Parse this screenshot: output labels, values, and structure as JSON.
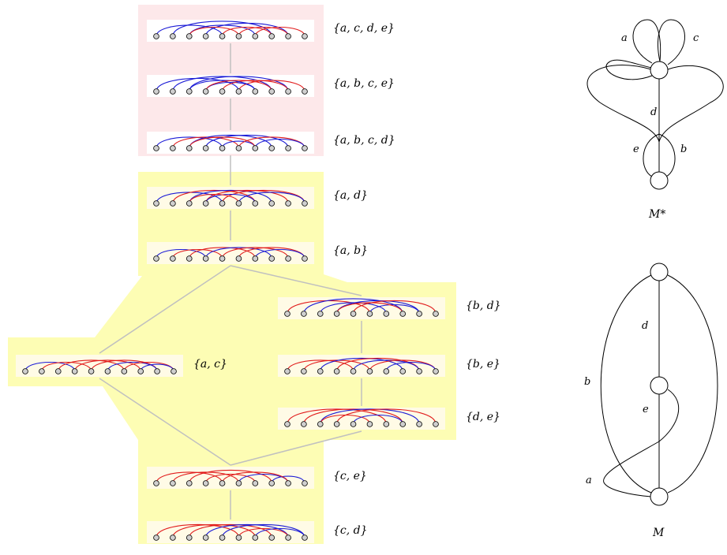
{
  "lattice": {
    "diagrams": [
      {
        "id": "acde",
        "label": "{a, c, d, e}",
        "arcs": [
          [
            "b",
            0,
            4
          ],
          [
            "b",
            1,
            7
          ],
          [
            "b",
            2,
            6
          ],
          [
            "b",
            3,
            8
          ],
          [
            "r",
            4,
            7
          ],
          [
            "r",
            5,
            8
          ],
          [
            "r",
            6,
            9
          ],
          [
            "r",
            2,
            5
          ]
        ]
      },
      {
        "id": "abce",
        "label": "{a, b, c, e}",
        "arcs": [
          [
            "b",
            0,
            5
          ],
          [
            "b",
            1,
            7
          ],
          [
            "b",
            2,
            8
          ],
          [
            "b",
            3,
            6
          ],
          [
            "r",
            4,
            8
          ],
          [
            "r",
            5,
            9
          ],
          [
            "b",
            2,
            6
          ],
          [
            "r",
            3,
            7
          ]
        ]
      },
      {
        "id": "abcd",
        "label": "{a, b, c, d}",
        "arcs": [
          [
            "b",
            0,
            4
          ],
          [
            "r",
            1,
            5
          ],
          [
            "b",
            2,
            7
          ],
          [
            "b",
            3,
            8
          ],
          [
            "b",
            4,
            6
          ],
          [
            "r",
            5,
            9
          ],
          [
            "b",
            6,
            9
          ],
          [
            "r",
            2,
            6
          ]
        ]
      },
      {
        "id": "ad",
        "label": "{a, d}",
        "arcs": [
          [
            "b",
            0,
            4
          ],
          [
            "r",
            1,
            6
          ],
          [
            "b",
            2,
            7
          ],
          [
            "r",
            3,
            8
          ],
          [
            "r",
            4,
            9
          ],
          [
            "b",
            3,
            6
          ],
          [
            "r",
            2,
            5
          ],
          [
            "b",
            5,
            9
          ]
        ]
      },
      {
        "id": "ab",
        "label": "{a, b}",
        "arcs": [
          [
            "b",
            0,
            3
          ],
          [
            "r",
            1,
            4
          ],
          [
            "r",
            2,
            6
          ],
          [
            "b",
            3,
            7
          ],
          [
            "r",
            4,
            8
          ],
          [
            "r",
            5,
            9
          ],
          [
            "b",
            6,
            9
          ]
        ]
      },
      {
        "id": "bd",
        "label": "{b, d}",
        "arcs": [
          [
            "r",
            0,
            5
          ],
          [
            "b",
            1,
            7
          ],
          [
            "b",
            2,
            6
          ],
          [
            "b",
            3,
            8
          ],
          [
            "r",
            4,
            9
          ],
          [
            "b",
            5,
            8
          ],
          [
            "r",
            3,
            7
          ]
        ]
      },
      {
        "id": "ac",
        "label": "{a, c}",
        "arcs": [
          [
            "b",
            0,
            3
          ],
          [
            "r",
            1,
            4
          ],
          [
            "r",
            2,
            6
          ],
          [
            "r",
            3,
            7
          ],
          [
            "r",
            4,
            8
          ],
          [
            "b",
            5,
            8
          ],
          [
            "r",
            6,
            9
          ],
          [
            "b",
            7,
            9
          ]
        ]
      },
      {
        "id": "be",
        "label": "{b, e}",
        "arcs": [
          [
            "r",
            0,
            4
          ],
          [
            "r",
            1,
            5
          ],
          [
            "b",
            2,
            7
          ],
          [
            "r",
            3,
            8
          ],
          [
            "b",
            4,
            8
          ],
          [
            "r",
            5,
            9
          ],
          [
            "b",
            6,
            9
          ]
        ]
      },
      {
        "id": "de",
        "label": "{d, e}",
        "arcs": [
          [
            "r",
            0,
            6
          ],
          [
            "r",
            1,
            7
          ],
          [
            "b",
            2,
            8
          ],
          [
            "r",
            3,
            9
          ],
          [
            "r",
            2,
            5
          ],
          [
            "b",
            4,
            7
          ]
        ]
      },
      {
        "id": "ce",
        "label": "{c, e}",
        "arcs": [
          [
            "r",
            0,
            4
          ],
          [
            "r",
            1,
            5
          ],
          [
            "r",
            2,
            7
          ],
          [
            "r",
            3,
            6
          ],
          [
            "b",
            5,
            8
          ],
          [
            "b",
            7,
            9
          ],
          [
            "r",
            4,
            8
          ]
        ]
      },
      {
        "id": "cd",
        "label": "{c, d}",
        "arcs": [
          [
            "r",
            0,
            5
          ],
          [
            "r",
            1,
            6
          ],
          [
            "r",
            2,
            7
          ],
          [
            "b",
            3,
            8
          ],
          [
            "b",
            4,
            9
          ],
          [
            "r",
            5,
            8
          ],
          [
            "b",
            6,
            9
          ]
        ]
      }
    ],
    "edges": [
      [
        "acde",
        "abce"
      ],
      [
        "abce",
        "abcd"
      ],
      [
        "abcd",
        "ad"
      ],
      [
        "ad",
        "ab"
      ],
      [
        "ab",
        "ac"
      ],
      [
        "ab",
        "bd"
      ],
      [
        "bd",
        "be"
      ],
      [
        "be",
        "de"
      ],
      [
        "ac",
        "ce"
      ],
      [
        "de",
        "ce"
      ],
      [
        "ce",
        "cd"
      ]
    ]
  },
  "colors": {
    "red_arc": "#e11c1c",
    "blue_arc": "#1b1bd6",
    "pink_region": "#fde8ea",
    "yellow_region": "#fdfdb4",
    "card_bg": "#ffffff",
    "cream_card": "#fffbe6",
    "edge_gray": "#c0c0c0",
    "node_fill": "#cfcfcf"
  },
  "graphs": {
    "dual": {
      "caption": "M*",
      "edge_labels": {
        "a": "a",
        "c": "c",
        "d": "d",
        "e": "e",
        "b": "b"
      }
    },
    "primal": {
      "caption": "M",
      "edge_labels": {
        "b": "b",
        "d": "d",
        "e": "e",
        "a": "a"
      }
    }
  }
}
